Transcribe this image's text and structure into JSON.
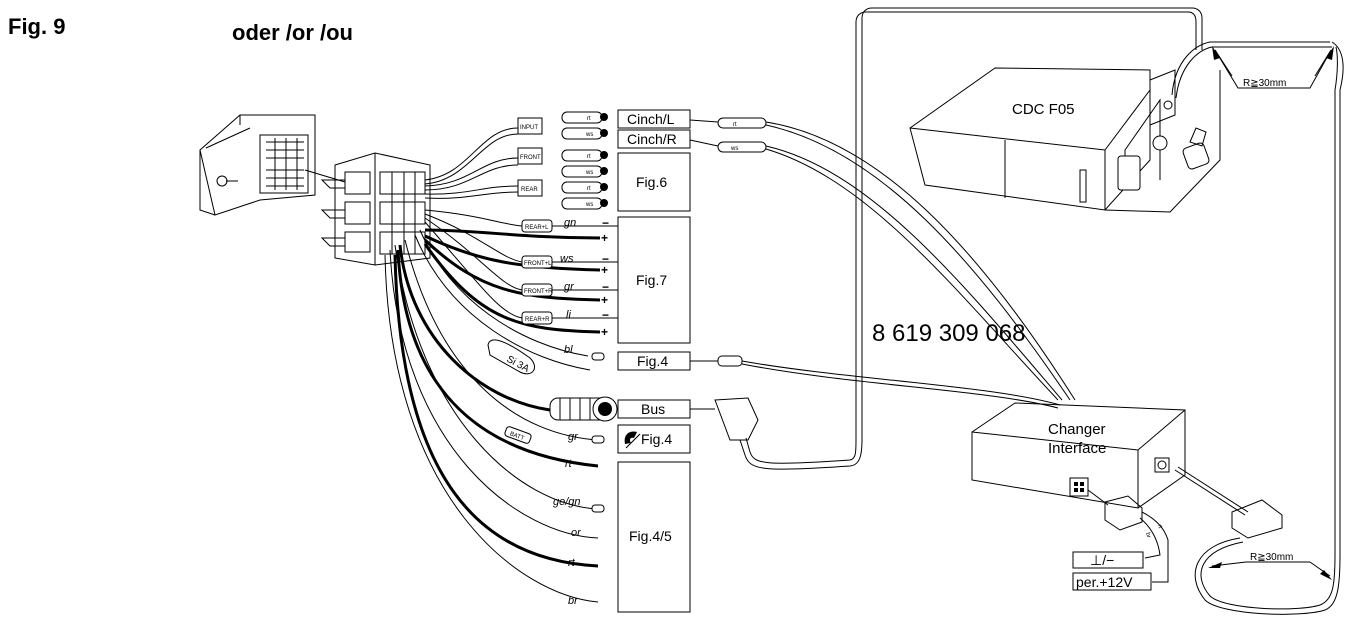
{
  "header": {
    "fig_number": "Fig. 9",
    "alternatives": "oder /or /ou"
  },
  "part_number": "8 619 309 068",
  "boxes": {
    "cinch_l": "Cinch/L",
    "cinch_r": "Cinch/R",
    "fig6": "Fig.6",
    "fig7": "Fig.7",
    "fig4_top": "Fig.4",
    "bus": "Bus",
    "fig4_phone": "Fig.4",
    "fig45": "Fig.4/5",
    "ground": "⊥/−",
    "per12v": "per.+12V"
  },
  "devices": {
    "cdc": "CDC F05",
    "changer_line1": "Changer",
    "changer_line2": "Interface"
  },
  "radius_labels": {
    "top": "R≧30mm",
    "bottom": "R≧30mm"
  },
  "plug_labels": {
    "input": "INPUT",
    "front": "FRONT",
    "rear": "REAR",
    "rear_l": "REAR+L",
    "front_l": "FRONT+L",
    "front_r": "FRONT+R",
    "rear_r": "REAR+R",
    "fuse": "Si 3A",
    "batt": "BATT"
  },
  "cinch_colors": {
    "rt": "rt",
    "ws": "ws"
  },
  "wire_colors": {
    "gn": "gn",
    "ws": "ws",
    "gr": "gr",
    "li": "li",
    "bl": "bl",
    "gr2": "gr",
    "rt": "rt",
    "gegn": "ge/gn",
    "or": "or",
    "rt2": "rt",
    "br": "br",
    "rt_sup": "rt",
    "br_sup": "br"
  },
  "polarity": {
    "minus": "−",
    "plus": "+"
  }
}
